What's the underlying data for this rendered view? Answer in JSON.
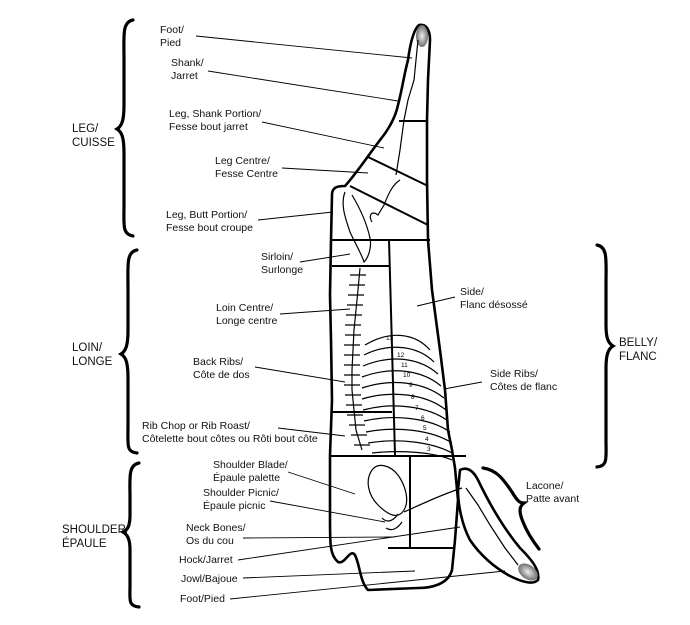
{
  "diagram": {
    "title": "Pork carcass cuts diagram (English/French)",
    "colors": {
      "stroke": "#000000",
      "background": "#ffffff",
      "text": "#111111"
    },
    "groups": {
      "leg": {
        "line1": "LEG/",
        "line2": "CUISSE"
      },
      "loin": {
        "line1": "LOIN/",
        "line2": "LONGE"
      },
      "shoulder": {
        "line1": "SHOULDER/",
        "line2": "ÉPAULE"
      },
      "belly": {
        "line1": "BELLY/",
        "line2": "FLANC"
      }
    },
    "labels": {
      "leg_foot": {
        "line1": "Foot/",
        "line2": "Pied"
      },
      "leg_shank": {
        "line1": "Shank/",
        "line2": "Jarret"
      },
      "leg_shank_portion": {
        "line1": "Leg, Shank Portion/",
        "line2": "Fesse bout jarret"
      },
      "leg_centre": {
        "line1": "Leg Centre/",
        "line2": "Fesse Centre"
      },
      "leg_butt_portion": {
        "line1": "Leg, Butt Portion/",
        "line2": "Fesse bout croupe"
      },
      "sirloin": {
        "line1": "Sirloin/",
        "line2": "Surlonge"
      },
      "loin_centre": {
        "line1": "Loin Centre/",
        "line2": "Longe centre"
      },
      "back_ribs": {
        "line1": "Back Ribs/",
        "line2": "Côte de dos"
      },
      "rib_chop": {
        "line1": "Rib Chop or Rib Roast/",
        "line2": "Côtelette bout côtes ou Rôti bout côte"
      },
      "shoulder_blade": {
        "line1": "Shoulder Blade/",
        "line2": "Épaule palette"
      },
      "shoulder_picnic": {
        "line1": "Shoulder Picnic/",
        "line2": "Épaule picnic"
      },
      "neck_bones": {
        "line1": "Neck Bones/",
        "line2": "Os du cou"
      },
      "hock": {
        "line1": "Hock/Jarret"
      },
      "jowl": {
        "line1": "Jowl/Bajoue"
      },
      "shoulder_foot": {
        "line1": "Foot/Pied"
      },
      "side": {
        "line1": "Side/",
        "line2": "Flanc désossé"
      },
      "side_ribs": {
        "line1": "Side Ribs/",
        "line2": "Côtes de flanc"
      },
      "lacone": {
        "line1": "Lacone/",
        "line2": "Patte avant"
      }
    },
    "rib_numbers": [
      "13",
      "12",
      "11",
      "10",
      "9",
      "8",
      "7",
      "6",
      "5",
      "4",
      "3"
    ]
  }
}
